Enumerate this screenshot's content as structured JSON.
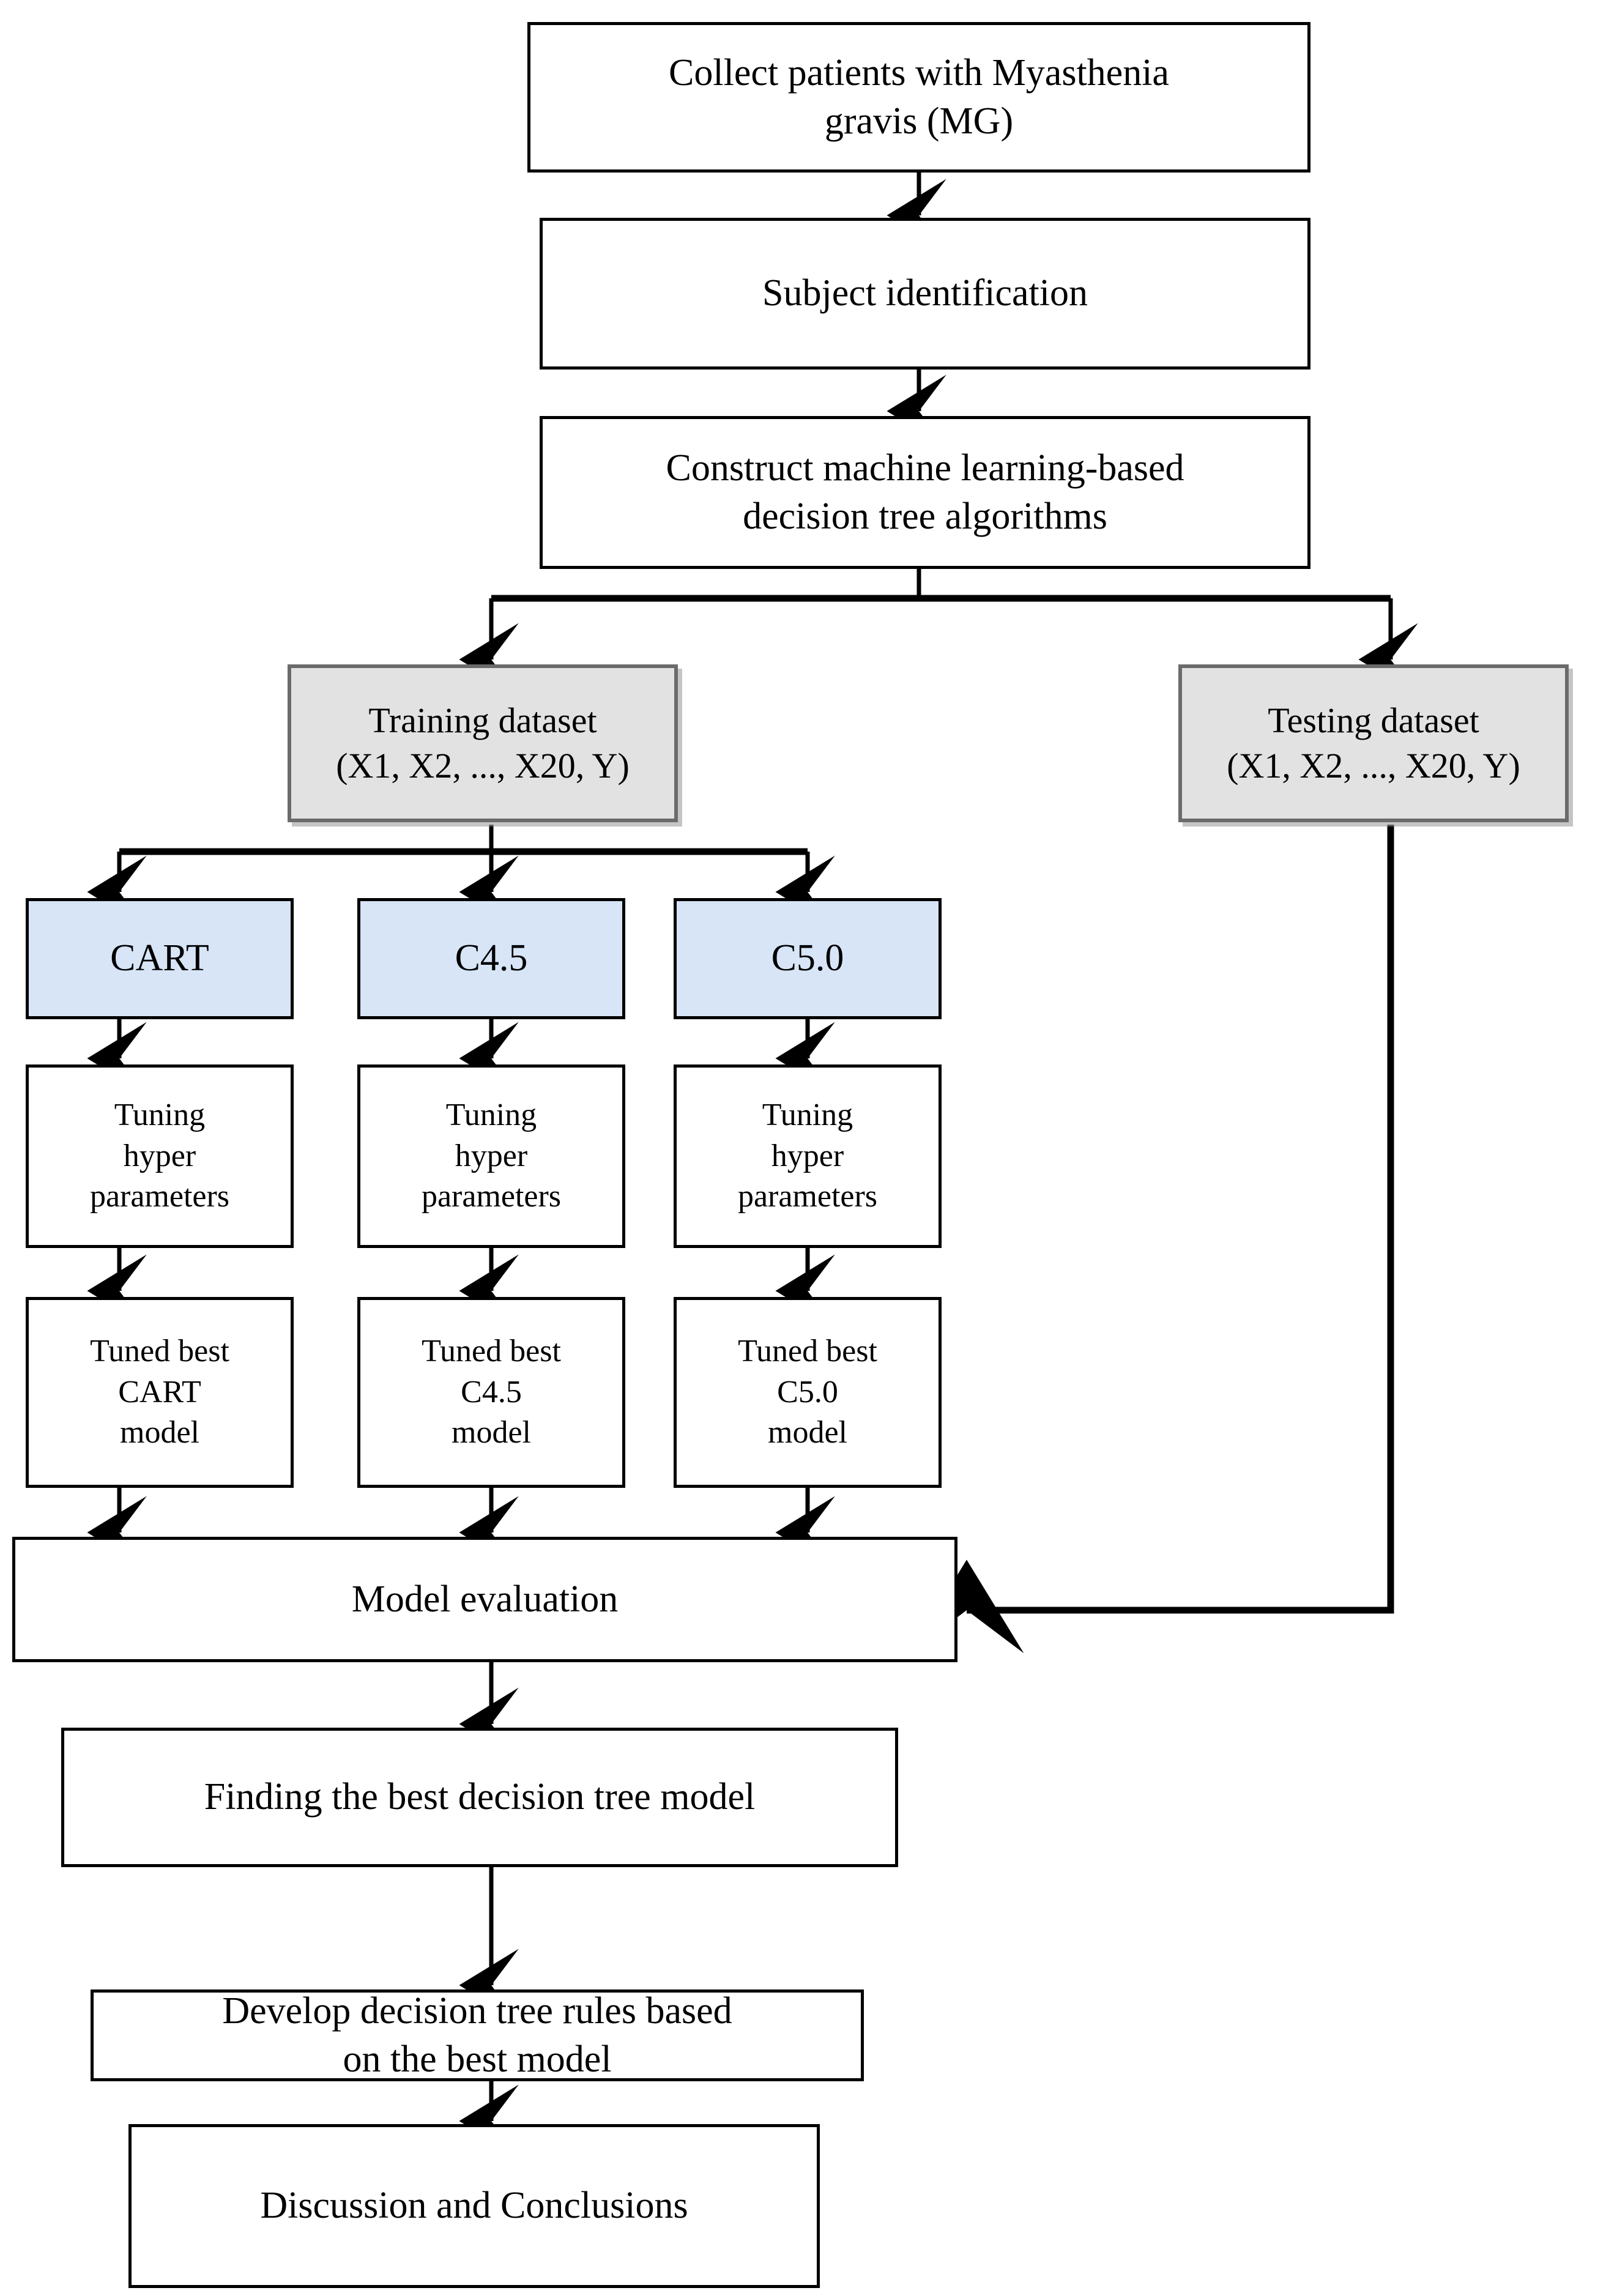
{
  "diagram": {
    "type": "flowchart",
    "title": "Machine learning decision tree study workflow for Myasthenia gravis",
    "colors": {
      "plain_fill": "#ffffff",
      "plain_border": "#000000",
      "dataset_fill": "#e2e2e2",
      "dataset_border": "#6b6b6b",
      "algorithm_fill": "#d7e5f7",
      "algorithm_border": "#000000",
      "edge": "#000000"
    },
    "nodes": {
      "collect": {
        "text": "Collect patients with Myasthenia\ngravis (MG)"
      },
      "subject": {
        "text": "Subject identification"
      },
      "construct": {
        "text": "Construct machine learning-based\ndecision tree algorithms"
      },
      "training": {
        "text": "Training dataset\n(X1, X2, ..., X20, Y)"
      },
      "testing": {
        "text": "Testing dataset\n(X1, X2, ..., X20, Y)"
      },
      "cart": {
        "text": "CART"
      },
      "c45": {
        "text": "C4.5"
      },
      "c50": {
        "text": "C5.0"
      },
      "tune_cart": {
        "text": "Tuning\nhyper\nparameters"
      },
      "tune_c45": {
        "text": "Tuning\nhyper\nparameters"
      },
      "tune_c50": {
        "text": "Tuning\nhyper\nparameters"
      },
      "best_cart": {
        "text": "Tuned best\nCART\nmodel"
      },
      "best_c45": {
        "text": "Tuned best\nC4.5\nmodel"
      },
      "best_c50": {
        "text": "Tuned best\nC5.0\nmodel"
      },
      "evaluation": {
        "text": "Model evaluation"
      },
      "finding": {
        "text": "Finding the best decision tree model"
      },
      "develop": {
        "text": "Develop decision tree rules based\non the best model"
      },
      "conclusions": {
        "text": "Discussion and Conclusions"
      }
    },
    "edges": [
      {
        "from": "collect",
        "to": "subject",
        "kind": "straight-down"
      },
      {
        "from": "subject",
        "to": "construct",
        "kind": "straight-down"
      },
      {
        "from": "construct",
        "to": "training",
        "kind": "split-left"
      },
      {
        "from": "construct",
        "to": "testing",
        "kind": "split-right"
      },
      {
        "from": "training",
        "to": "cart",
        "kind": "split-left"
      },
      {
        "from": "training",
        "to": "c45",
        "kind": "split-center"
      },
      {
        "from": "training",
        "to": "c50",
        "kind": "split-right"
      },
      {
        "from": "cart",
        "to": "tune_cart",
        "kind": "straight-down"
      },
      {
        "from": "c45",
        "to": "tune_c45",
        "kind": "straight-down"
      },
      {
        "from": "c50",
        "to": "tune_c50",
        "kind": "straight-down"
      },
      {
        "from": "tune_cart",
        "to": "best_cart",
        "kind": "straight-down"
      },
      {
        "from": "tune_c45",
        "to": "best_c45",
        "kind": "straight-down"
      },
      {
        "from": "tune_c50",
        "to": "best_c50",
        "kind": "straight-down"
      },
      {
        "from": "best_cart",
        "to": "evaluation",
        "kind": "straight-down"
      },
      {
        "from": "best_c45",
        "to": "evaluation",
        "kind": "straight-down"
      },
      {
        "from": "best_c50",
        "to": "evaluation",
        "kind": "straight-down"
      },
      {
        "from": "testing",
        "to": "evaluation",
        "kind": "elbow-left"
      },
      {
        "from": "evaluation",
        "to": "finding",
        "kind": "straight-down"
      },
      {
        "from": "finding",
        "to": "develop",
        "kind": "straight-down"
      },
      {
        "from": "develop",
        "to": "conclusions",
        "kind": "straight-down"
      }
    ]
  }
}
